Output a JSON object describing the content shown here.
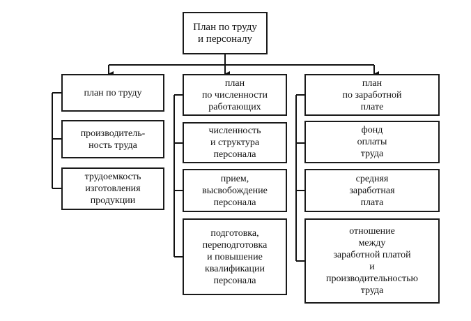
{
  "root": "План по труду\nи персоналу",
  "columns": [
    {
      "header": "план по труду",
      "items": [
        "производитель-\nность труда",
        "трудоемкость\nизготовления\nпродукции"
      ]
    },
    {
      "header": "план\nпо численности\nработающих",
      "items": [
        "численность\nи структура\nперсонала",
        "прием,\nвысвобождение\nперсонала",
        "подготовка,\nпереподготовка\nи повышение\nквалификации\nперсонала"
      ]
    },
    {
      "header": "план\nпо заработной\nплате",
      "items": [
        "фонд\nоплаты\nтруда",
        "средняя\nзаработная\nплата",
        "отношение\nмежду\nзаработной платой\nи\nпроизводительностью\nтруда"
      ]
    }
  ],
  "caption": ""
}
